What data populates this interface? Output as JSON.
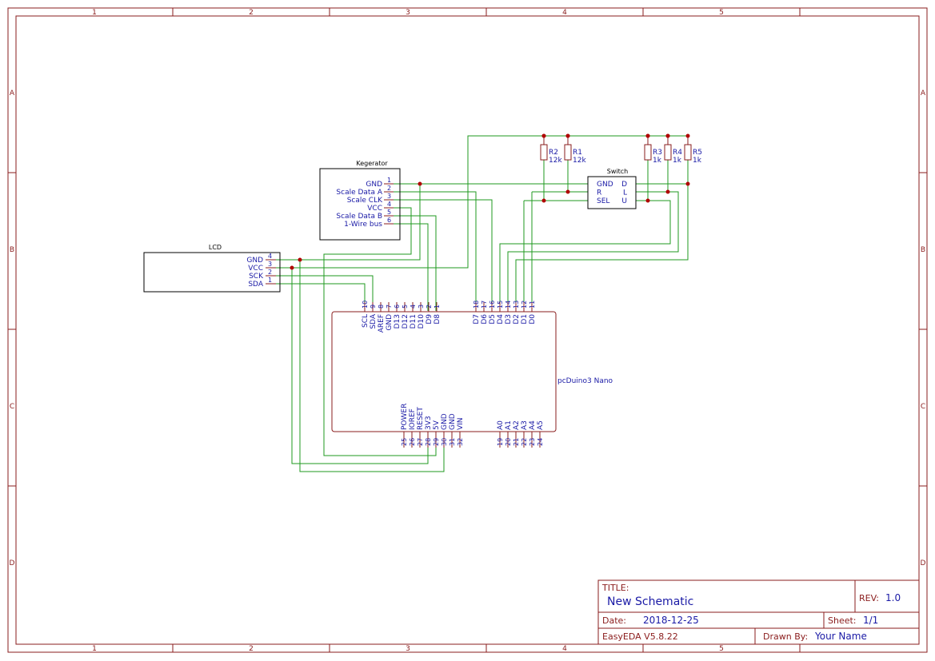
{
  "frame": {
    "cols": [
      "1",
      "2",
      "3",
      "4",
      "5"
    ],
    "rows": [
      "A",
      "B",
      "C",
      "D"
    ]
  },
  "kegerator": {
    "title": "Kegerator",
    "pins": [
      {
        "num": "1",
        "name": "GND"
      },
      {
        "num": "2",
        "name": "Scale Data A"
      },
      {
        "num": "3",
        "name": "Scale CLK"
      },
      {
        "num": "4",
        "name": "VCC"
      },
      {
        "num": "5",
        "name": "Scale Data B"
      },
      {
        "num": "6",
        "name": "1-Wire bus"
      }
    ]
  },
  "lcd": {
    "title": "LCD",
    "pins": [
      {
        "num": "4",
        "name": "GND"
      },
      {
        "num": "3",
        "name": "VCC"
      },
      {
        "num": "2",
        "name": "SCK"
      },
      {
        "num": "1",
        "name": "SDA"
      }
    ]
  },
  "switch": {
    "title": "Switch",
    "left_pins": [
      "GND",
      "R",
      "SEL"
    ],
    "right_pins": [
      "D",
      "L",
      "U"
    ]
  },
  "resistors": [
    {
      "ref": "R2",
      "value": "12k"
    },
    {
      "ref": "R1",
      "value": "12k"
    },
    {
      "ref": "R3",
      "value": "1k"
    },
    {
      "ref": "R4",
      "value": "1k"
    },
    {
      "ref": "R5",
      "value": "1k"
    }
  ],
  "mcu": {
    "title": "pcDuino3 Nano",
    "top_left": [
      {
        "num": "10",
        "name": "SCL"
      },
      {
        "num": "9",
        "name": "SDA"
      },
      {
        "num": "8",
        "name": "AREF"
      },
      {
        "num": "7",
        "name": "GND"
      },
      {
        "num": "6",
        "name": "D13"
      },
      {
        "num": "5",
        "name": "D12"
      },
      {
        "num": "4",
        "name": "D11"
      },
      {
        "num": "3",
        "name": "D10"
      },
      {
        "num": "2",
        "name": "D9"
      },
      {
        "num": "1",
        "name": "D8"
      }
    ],
    "top_right": [
      {
        "num": "18",
        "name": "D7"
      },
      {
        "num": "17",
        "name": "D6"
      },
      {
        "num": "16",
        "name": "D5"
      },
      {
        "num": "15",
        "name": "D4"
      },
      {
        "num": "14",
        "name": "D3"
      },
      {
        "num": "13",
        "name": "D2"
      },
      {
        "num": "12",
        "name": "D1"
      },
      {
        "num": "11",
        "name": "D0"
      }
    ],
    "bottom_left": [
      {
        "num": "25",
        "name": "POWER"
      },
      {
        "num": "26",
        "name": "IOREF"
      },
      {
        "num": "27",
        "name": "RESET"
      },
      {
        "num": "28",
        "name": "3V3"
      },
      {
        "num": "29",
        "name": "5V"
      },
      {
        "num": "30",
        "name": "GND"
      },
      {
        "num": "31",
        "name": "GND"
      },
      {
        "num": "32",
        "name": "VIN"
      }
    ],
    "bottom_right": [
      {
        "num": "19",
        "name": "A0"
      },
      {
        "num": "20",
        "name": "A1"
      },
      {
        "num": "21",
        "name": "A2"
      },
      {
        "num": "22",
        "name": "A3"
      },
      {
        "num": "23",
        "name": "A4"
      },
      {
        "num": "24",
        "name": "A5"
      }
    ]
  },
  "title_block": {
    "title_label": "TITLE:",
    "title": "New Schematic",
    "rev_label": "REV:",
    "rev": "1.0",
    "date_label": "Date:",
    "date": "2018-12-25",
    "sheet_label": "Sheet:",
    "sheet": "1/1",
    "tool": "EasyEDA V5.8.22",
    "drawn_label": "Drawn By:",
    "drawn_by": "Your Name"
  }
}
